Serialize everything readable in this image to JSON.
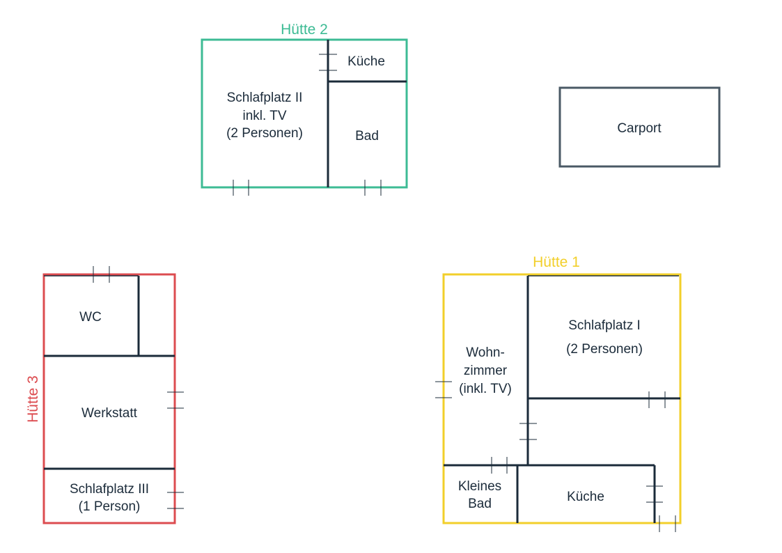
{
  "colors": {
    "hut1": "#f2cf2a",
    "hut2": "#3dbb94",
    "hut3": "#dc4c50",
    "carport": "#4a5965",
    "walls": "#1b2b3a"
  },
  "hut2": {
    "title": "Hütte 2",
    "kitchen": "Küche",
    "sleep_line1": "Schlafplatz  II",
    "sleep_line2": "inkl. TV",
    "sleep_line3": "(2 Personen)",
    "bath": "Bad"
  },
  "carport": {
    "label": "Carport"
  },
  "hut3": {
    "title": "Hütte 3",
    "wc": "WC",
    "workshop": "Werkstatt",
    "sleep_line1": "Schlafplatz  III",
    "sleep_line2": "(1 Person)"
  },
  "hut1": {
    "title": "Hütte 1",
    "living_line1": "Wohn-",
    "living_line2": "zimmer",
    "living_line3": "(inkl. TV)",
    "sleep_line1": "Schlafplatz  I",
    "sleep_line2": "(2 Personen)",
    "small_bath_line1": "Kleines",
    "small_bath_line2": "Bad",
    "kitchen": "Küche"
  }
}
